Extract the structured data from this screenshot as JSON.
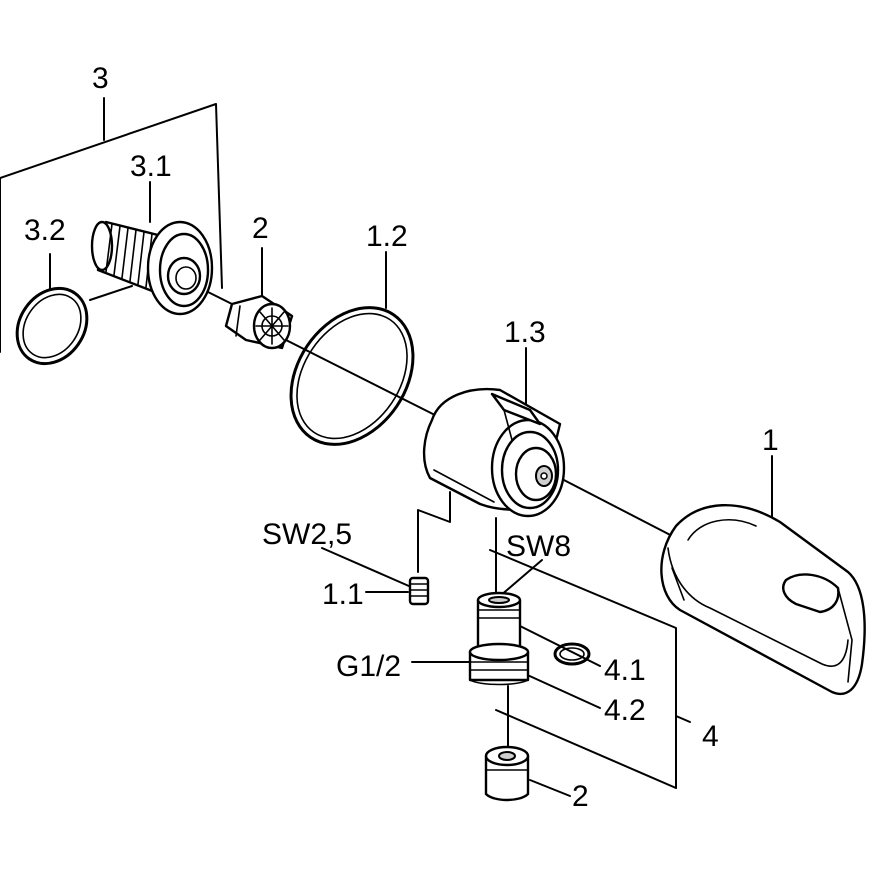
{
  "diagram": {
    "labels": {
      "l3": "3",
      "l31": "3.1",
      "l32": "3.2",
      "l2a": "2",
      "l12": "1.2",
      "l13": "1.3",
      "l1": "1",
      "lsw25": "SW2,5",
      "lsw8": "SW8",
      "l11": "1.1",
      "lg12": "G1/2",
      "l41": "4.1",
      "l42": "4.2",
      "l4": "4",
      "l2b": "2"
    },
    "parts": [
      "o-ring",
      "threaded-nipple",
      "flow-insert",
      "large-o-ring",
      "swivel-body",
      "hand-shower-holder",
      "set-screw",
      "threaded-adapter",
      "small-o-ring",
      "insert-bottom"
    ]
  }
}
